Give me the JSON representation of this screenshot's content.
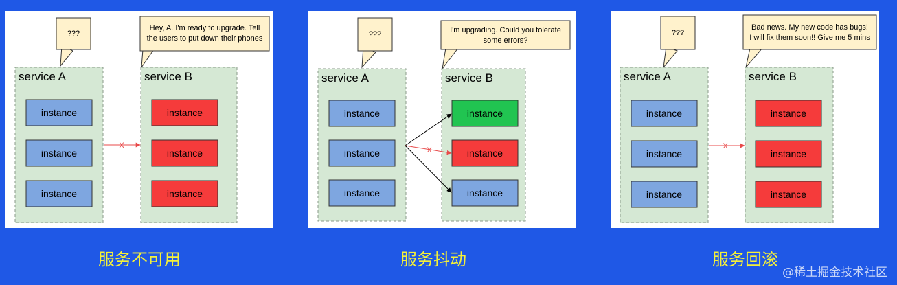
{
  "colors": {
    "background": "#1f58e6",
    "caption": "#f4f03a",
    "instance_blue": "#7ea6e0",
    "instance_red": "#f53b3b",
    "instance_green": "#21c451",
    "service_box": "#d5e8d4",
    "bubble": "#fff2cc",
    "error_arrow": "#e84a4a"
  },
  "panels": [
    {
      "caption": "服务不可用",
      "service_a": {
        "label": "service A",
        "bubble": [
          "???"
        ],
        "instances": [
          {
            "label": "instance",
            "state": "blue"
          },
          {
            "label": "instance",
            "state": "blue"
          },
          {
            "label": "instance",
            "state": "blue"
          }
        ]
      },
      "service_b": {
        "label": "service B",
        "bubble": [
          "Hey, A. I'm ready to upgrade. Tell",
          "the users to put down their phones"
        ],
        "instances": [
          {
            "label": "instance",
            "state": "red"
          },
          {
            "label": "instance",
            "state": "red"
          },
          {
            "label": "instance",
            "state": "red"
          }
        ]
      },
      "error_mark": "X"
    },
    {
      "caption": "服务抖动",
      "service_a": {
        "label": "service A",
        "bubble": [
          "???"
        ],
        "instances": [
          {
            "label": "instance",
            "state": "blue"
          },
          {
            "label": "instance",
            "state": "blue"
          },
          {
            "label": "instance",
            "state": "blue"
          }
        ]
      },
      "service_b": {
        "label": "service B",
        "bubble": [
          "I'm upgrading. Could you tolerate",
          "some errors?"
        ],
        "instances": [
          {
            "label": "instance",
            "state": "green"
          },
          {
            "label": "instance",
            "state": "red"
          },
          {
            "label": "instance",
            "state": "blue"
          }
        ]
      },
      "error_mark": "X"
    },
    {
      "caption": "服务回滚",
      "service_a": {
        "label": "service A",
        "bubble": [
          "???"
        ],
        "instances": [
          {
            "label": "instance",
            "state": "blue"
          },
          {
            "label": "instance",
            "state": "blue"
          },
          {
            "label": "instance",
            "state": "blue"
          }
        ]
      },
      "service_b": {
        "label": "service B",
        "bubble": [
          "Bad news. My new code has bugs!",
          "I will fix them soon!! Give me 5 mins"
        ],
        "instances": [
          {
            "label": "instance",
            "state": "red"
          },
          {
            "label": "instance",
            "state": "red"
          },
          {
            "label": "instance",
            "state": "red"
          }
        ]
      },
      "error_mark": "X"
    }
  ],
  "watermark": "@稀土掘金技术社区"
}
